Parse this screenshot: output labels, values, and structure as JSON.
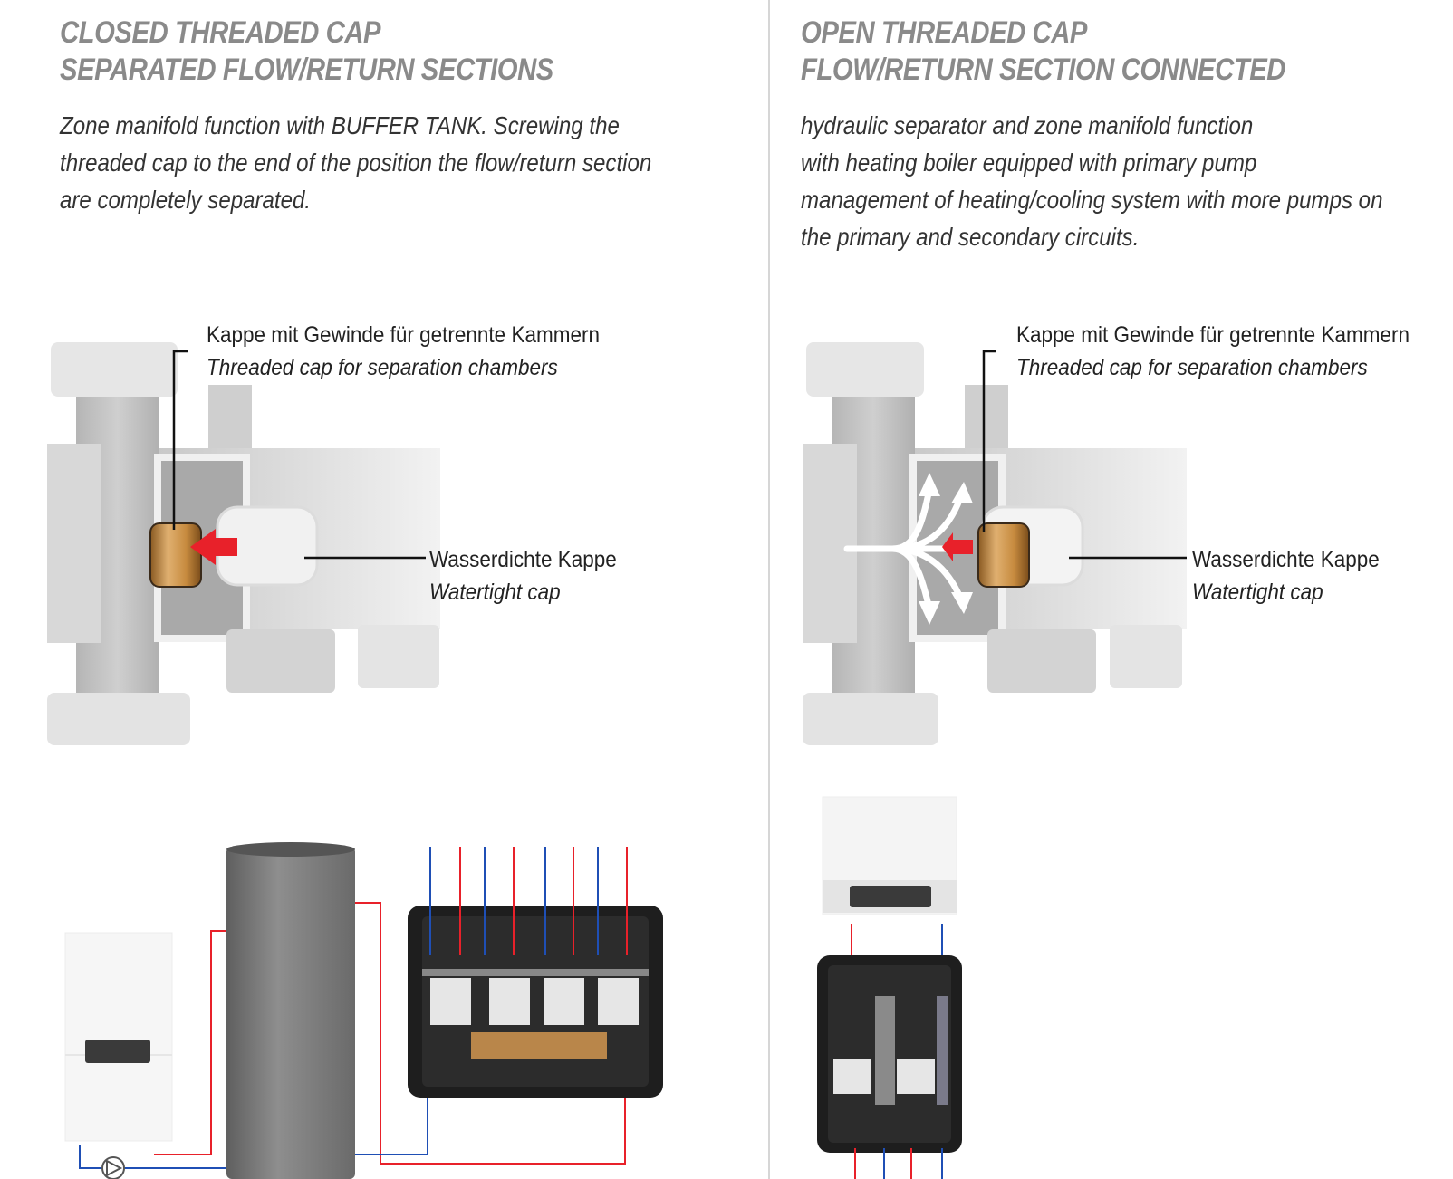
{
  "left_panel": {
    "title_lines": [
      "CLOSED THREADED CAP",
      "SEPARATED FLOW/RETURN SECTIONS"
    ],
    "description_lines": [
      "Zone manifold function with BUFFER TANK. Screwing the",
      "threaded cap to the end of the position the flow/return section",
      "are completely separated."
    ],
    "cap_label_de": "Kappe mit Gewinde für getrennte Kammern",
    "cap_label_en": "Threaded cap for separation chambers",
    "watertight_label_de": "Wasserdichte Kappe",
    "watertight_label_en": "Watertight cap"
  },
  "right_panel": {
    "title_lines": [
      "OPEN THREADED CAP",
      "FLOW/RETURN SECTION CONNECTED"
    ],
    "description_lines": [
      "hydraulic separator and zone manifold function",
      "with heating boiler equipped with primary  pump",
      "management of heating/cooling system with more pumps on",
      "the primary and secondary circuits."
    ],
    "cap_label_de": "Kappe mit Gewinde für getrennte Kammern",
    "cap_label_en": "Threaded cap for separation chambers",
    "watertight_label_de": "Wasserdichte Kappe",
    "watertight_label_en": "Watertight cap"
  },
  "colors": {
    "heading": "#8a8a8a",
    "body_text": "#333333",
    "flow_pipe": "#e8212a",
    "return_pipe": "#1f4fb5",
    "arrow": "#e8212a",
    "brass": "#c9924a",
    "tank": "#7f7f7f",
    "manifold_box": "#1e1e1e"
  },
  "icons": [
    "circulation-pump-icon",
    "red-arrow-icon",
    "white-flow-arrows-icon"
  ]
}
